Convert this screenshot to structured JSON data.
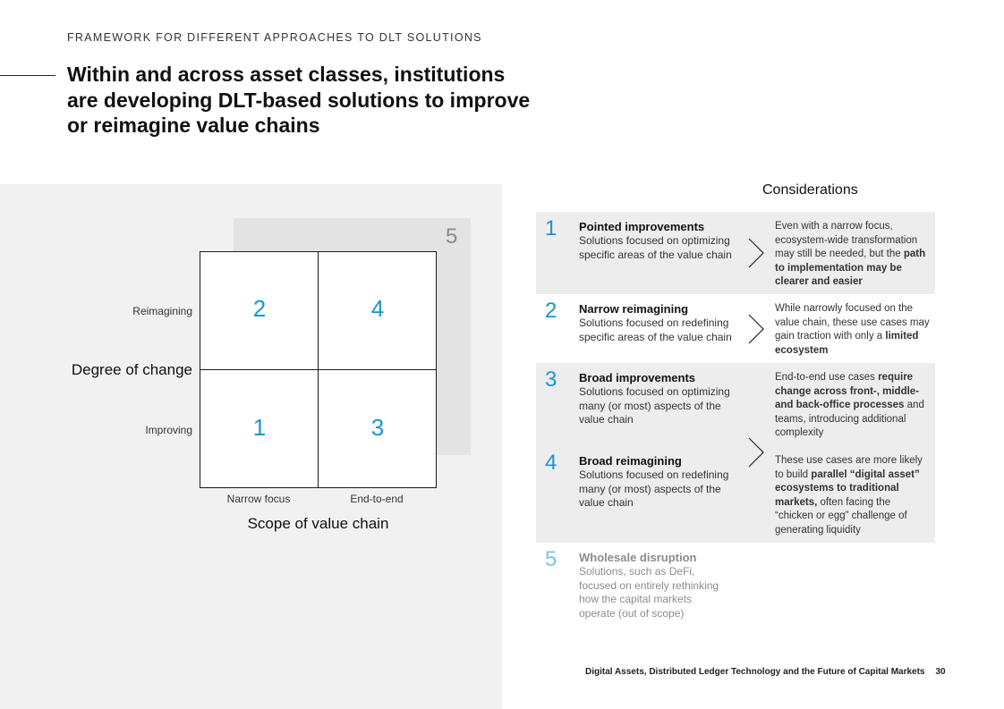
{
  "header": {
    "kicker": "FRAMEWORK FOR DIFFERENT APPROACHES TO DLT SOLUTIONS",
    "title": "Within and across asset classes, institutions are developing DLT-based solutions to improve or reimagine value chains"
  },
  "matrix": {
    "background_number": "5",
    "quadrants": {
      "top_left": "2",
      "top_right": "4",
      "bottom_left": "1",
      "bottom_right": "3"
    },
    "y_axis": {
      "title": "Degree of change",
      "top_label": "Reimagining",
      "bottom_label": "Improving"
    },
    "x_axis": {
      "title": "Scope of value chain",
      "left_label": "Narrow focus",
      "right_label": "End-to-end"
    }
  },
  "considerations": {
    "heading": "Considerations",
    "items": [
      {
        "number": "1",
        "name": "Pointed improvements",
        "description": "Solutions focused on optimizing specific areas of the value chain",
        "consideration_plain": "Even with a narrow focus, ecosystem-wide transformation may still be needed, but the",
        "consideration_bold": "path to implementation may be clearer and easier"
      },
      {
        "number": "2",
        "name": "Narrow reimagining",
        "description": "Solutions focused on redefining specific areas of the value chain",
        "consideration_plain": "While narrowly focused on the value chain, these use cases may gain traction with only a",
        "consideration_bold": "limited ecosystem"
      },
      {
        "number": "3",
        "name": "Broad improvements",
        "description": "Solutions focused on optimizing many (or most) aspects of the value chain",
        "consideration_plain": "End-to-end use cases",
        "consideration_bold": "require change across front-, middle- and back-office processes",
        "consideration_tail": "and teams, introducing additional complexity"
      },
      {
        "number": "4",
        "name": "Broad reimagining",
        "description": "Solutions focused on redefining many (or most) aspects of the value chain",
        "consideration_plain": "These use cases are more likely to build",
        "consideration_bold": "parallel “digital asset” ecosystems to traditional markets,",
        "consideration_tail": "often facing the “chicken or egg” challenge of generating liquidity"
      },
      {
        "number": "5",
        "name": "Wholesale disruption",
        "description": "Solutions, such as DeFi, focused on entirely rethinking how the capital markets operate (out of scope)"
      }
    ]
  },
  "footer": {
    "text": "Digital Assets, Distributed Ledger Technology and the Future of Capital Markets",
    "page": "30"
  },
  "colors": {
    "accent": "#1a95d0",
    "panel": "#f1f1f1",
    "band": "#ededed"
  },
  "icons": {
    "chevron": "chevron-right-icon"
  }
}
